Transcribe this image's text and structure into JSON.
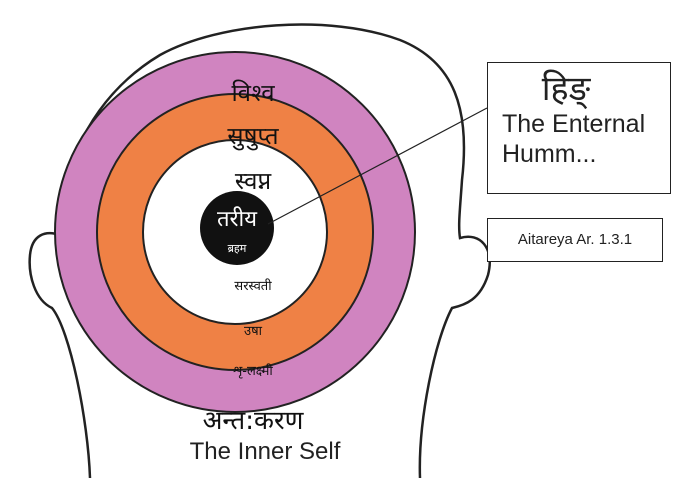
{
  "colors": {
    "outer_ring": "#d084c0",
    "middle_ring": "#ef8145",
    "inner_disc": "#ffffff",
    "core": "#111111",
    "outline": "#222222"
  },
  "rings": {
    "outer_top": "विश्व",
    "outer_bottom": "शृ-लक्ष्मी",
    "middle_top": "सुषुप्त",
    "middle_bottom": "उषा",
    "inner_top": "स्वप्न",
    "inner_bottom": "सरस्वती",
    "core_title": "तरीय",
    "core_sub": "ब्रहम"
  },
  "callout": {
    "title": "हिङ्",
    "line1": "The Enternal",
    "line2": "Humm..."
  },
  "reference": "Aitareya Ar. 1.3.1",
  "bottom": {
    "sanskrit": "अन्त:करण",
    "english": "The Inner Self"
  }
}
